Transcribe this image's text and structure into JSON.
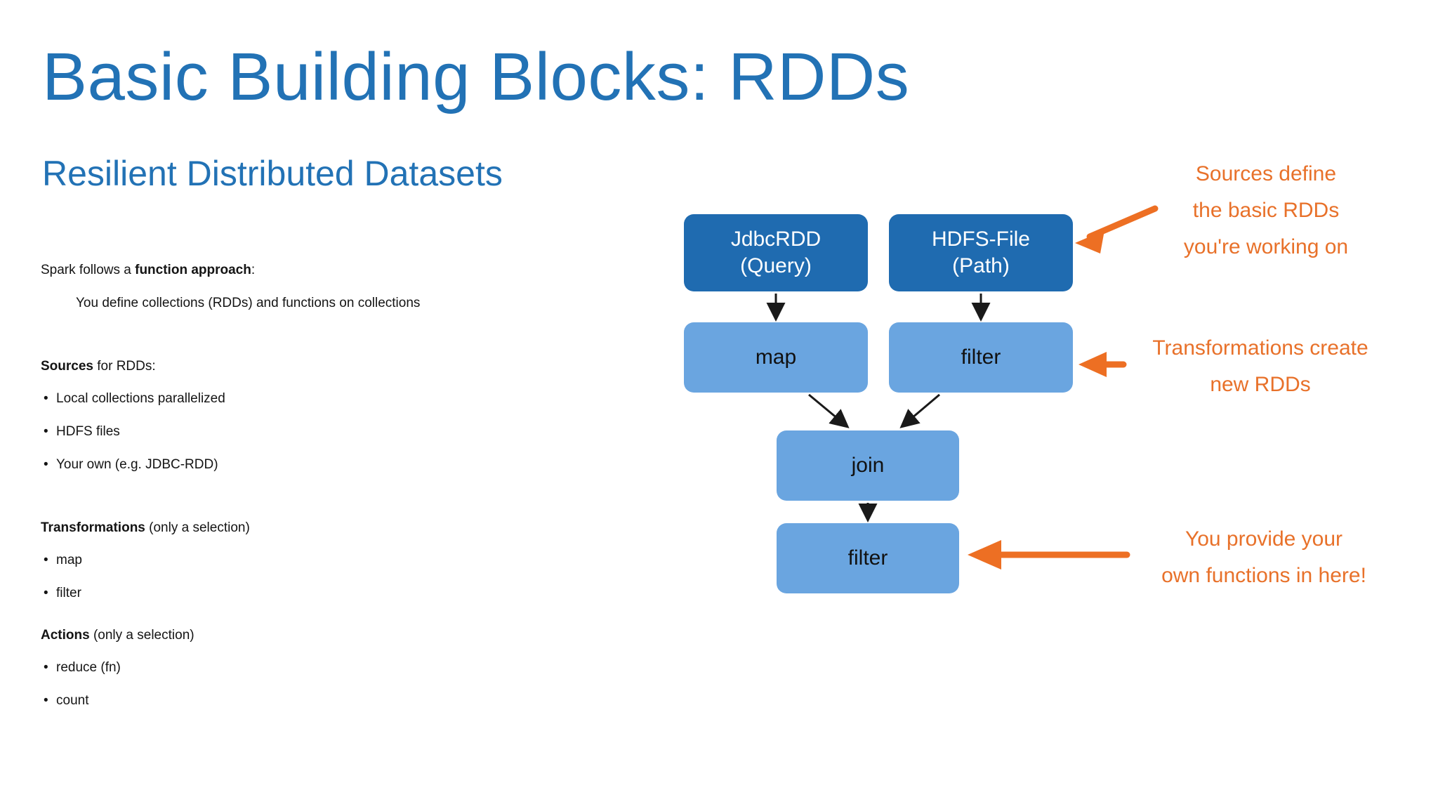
{
  "slide": {
    "title": "Basic Building Blocks: RDDs",
    "subtitle": "Resilient Distributed Datasets"
  },
  "body": {
    "intro_prefix": "Spark follows a ",
    "intro_bold": "function approach",
    "intro_suffix": ":",
    "intro_detail": "You define collections (RDDs) and functions on collections",
    "sources_head_bold": "Sources",
    "sources_head_rest": " for RDDs:",
    "sources_items": [
      "Local collections parallelized",
      "HDFS files",
      "Your own (e.g. JDBC-RDD)"
    ],
    "transformations_head_bold": "Transformations",
    "transformations_head_rest": " (only a selection)",
    "transformations_items": [
      "map",
      "filter"
    ],
    "actions_head_bold": "Actions",
    "actions_head_rest": " (only a selection)",
    "actions_items": [
      "reduce (fn)",
      "count"
    ]
  },
  "diagram": {
    "nodes": [
      {
        "id": "jdbcrdd",
        "line1": "JdbcRDD",
        "line2": "(Query)",
        "kind": "source"
      },
      {
        "id": "hdfsfile",
        "line1": "HDFS-File",
        "line2": "(Path)",
        "kind": "source"
      },
      {
        "id": "map",
        "line1": "map",
        "line2": "",
        "kind": "op"
      },
      {
        "id": "filter1",
        "line1": "filter",
        "line2": "",
        "kind": "op"
      },
      {
        "id": "join",
        "line1": "join",
        "line2": "",
        "kind": "op"
      },
      {
        "id": "filter2",
        "line1": "filter",
        "line2": "",
        "kind": "op"
      }
    ],
    "colors": {
      "source_box": "#1F6BB0",
      "op_box": "#6AA5E0",
      "connector": "#1A1A1A",
      "annotation": "#E8712A",
      "heading": "#2272B5"
    }
  },
  "annotations": {
    "sources": {
      "line1": "Sources define",
      "line2": "the basic RDDs",
      "line3": "you're working on"
    },
    "transformations": {
      "line1": "Transformations create",
      "line2": "new RDDs"
    },
    "functions": {
      "line1": "You provide your",
      "line2": "own functions in here!"
    }
  }
}
